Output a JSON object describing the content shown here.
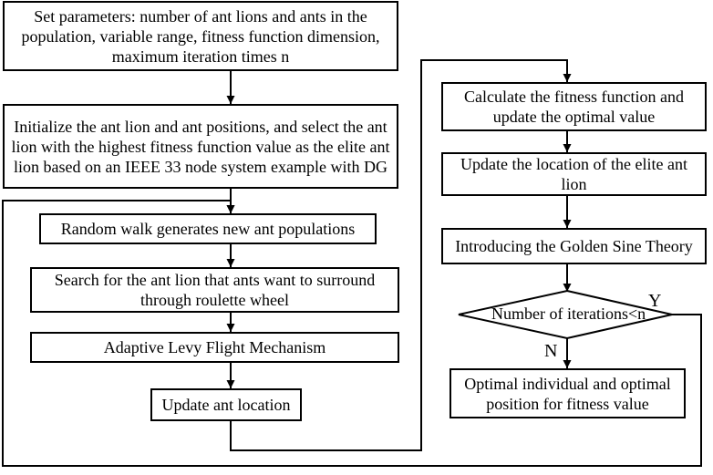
{
  "flowchart": {
    "steps": {
      "set_parameters": "Set parameters: number of ant lions and ants in the population, variable range, fitness function dimension, maximum iteration times n",
      "initialize": "Initialize the ant lion and ant positions, and select the ant lion with the highest fitness function value as the elite ant lion based on an IEEE 33 node system example with DG",
      "random_walk": "Random walk generates new ant populations",
      "roulette_search": "Search for the ant lion that ants want to surround through roulette wheel",
      "levy_flight": "Adaptive Levy Flight Mechanism",
      "update_ant": "Update ant location",
      "calc_fitness": "Calculate the fitness function and update the optimal value",
      "update_elite": "Update the location of the elite ant lion",
      "golden_sine": "Introducing the Golden Sine Theory",
      "decision": "Number of iterations<n",
      "output": "Optimal individual and optimal position for fitness value"
    },
    "branch_labels": {
      "yes": "Y",
      "no": "N"
    }
  }
}
